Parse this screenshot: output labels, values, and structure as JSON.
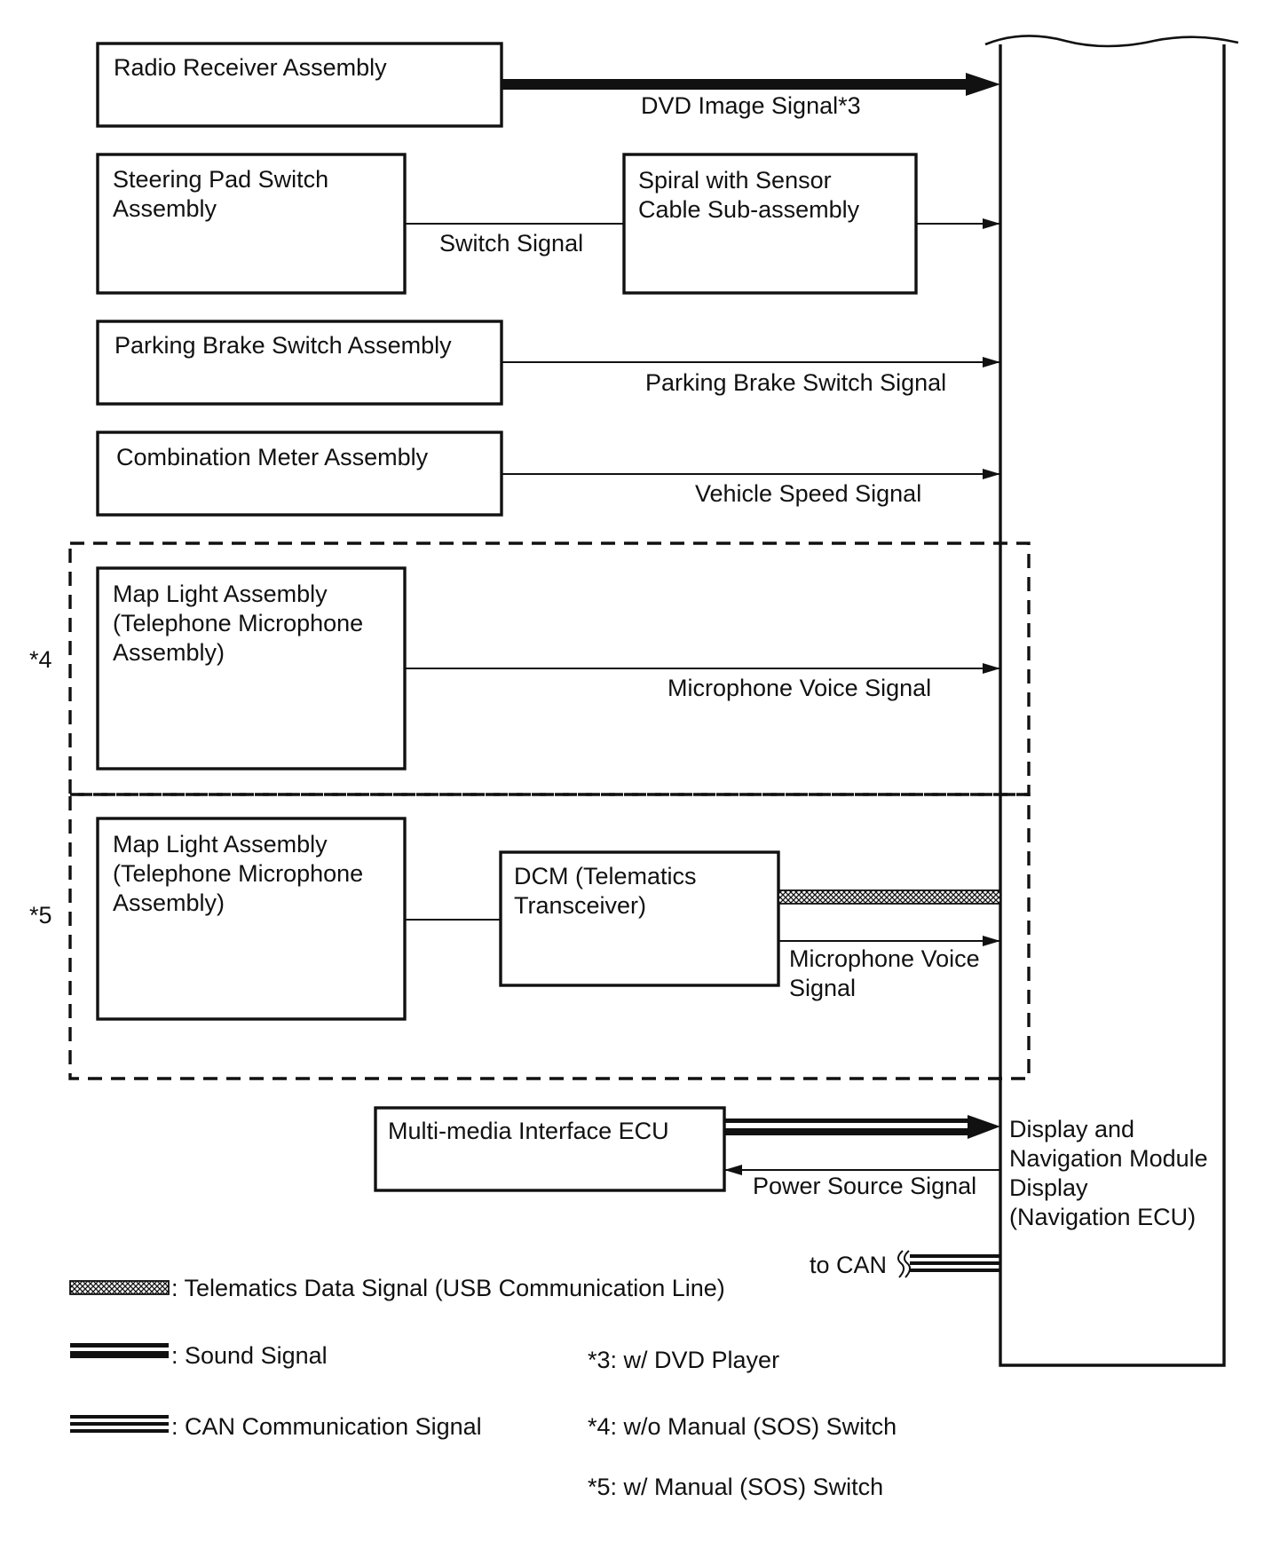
{
  "blocks": {
    "radio_receiver": [
      "Radio Receiver Assembly"
    ],
    "steering_pad": [
      "Steering Pad Switch",
      "Assembly"
    ],
    "spiral_cable": [
      "Spiral with Sensor",
      "Cable Sub-assembly"
    ],
    "parking_brake": [
      "Parking Brake Switch Assembly"
    ],
    "combination_meter": [
      "Combination Meter Assembly"
    ],
    "map_light_4": [
      "Map Light Assembly",
      "(Telephone Microphone",
      "Assembly)"
    ],
    "map_light_5": [
      "Map Light Assembly",
      "(Telephone Microphone",
      "Assembly)"
    ],
    "dcm": [
      "DCM (Telematics",
      "Transceiver)"
    ],
    "multimedia_ecu": [
      "Multi-media Interface ECU"
    ],
    "navigation_module": [
      "Display and",
      "Navigation Module",
      "Display",
      "(Navigation ECU)"
    ]
  },
  "signals": {
    "dvd_image": [
      "DVD Image Signal*3"
    ],
    "switch": [
      "Switch Signal"
    ],
    "parking_brake": [
      "Parking Brake Switch Signal"
    ],
    "vehicle_speed": [
      "Vehicle Speed Signal"
    ],
    "microphone_4": [
      "Microphone Voice Signal"
    ],
    "microphone_5": [
      "Microphone Voice",
      "Signal"
    ],
    "power_source": [
      "Power Source Signal"
    ],
    "to_can": [
      "to CAN"
    ]
  },
  "group_markers": {
    "g4": "*4",
    "g5": "*5"
  },
  "legend": [
    {
      "id": "telematics",
      "label": ": Telematics Data Signal (USB Communication Line)"
    },
    {
      "id": "sound",
      "label": ": Sound Signal"
    },
    {
      "id": "can",
      "label": ": CAN Communication Signal"
    }
  ],
  "notes": [
    "*3: w/ DVD Player",
    "*4: w/o Manual (SOS) Switch",
    "*5: w/ Manual (SOS) Switch"
  ]
}
